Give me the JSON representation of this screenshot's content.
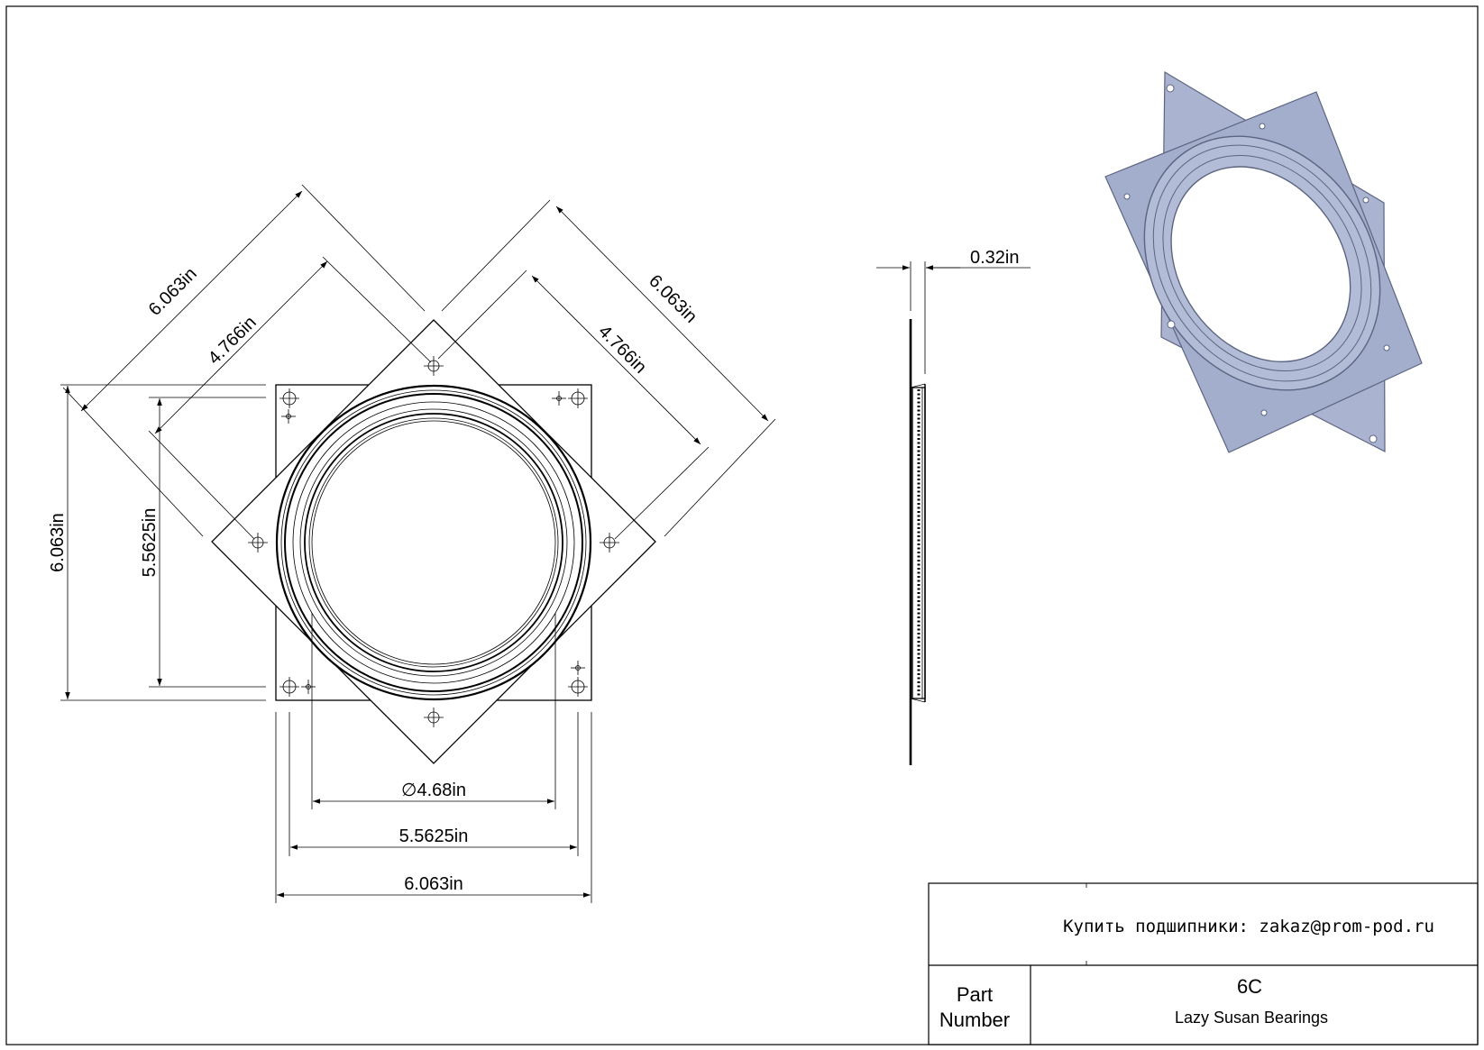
{
  "drawing": {
    "top_view": {
      "diag_outer_left": "6.063in",
      "diag_inner_left": "4.766in",
      "diag_outer_right": "6.063in",
      "diag_inner_right": "4.766in",
      "height_outer": "6.063in",
      "height_inner": "5.5625in",
      "diameter": "4.68in",
      "diameter_symbol": "∅",
      "width_inner": "5.5625in",
      "width_outer": "6.063in"
    },
    "side_view": {
      "thickness": "0.32in"
    },
    "iso_view": {
      "fill_color": "#a9b3d0",
      "stroke_color": "#5c6580"
    }
  },
  "title_block": {
    "buy_text": "Купить подшипники: zakaz@prom-pod.ru",
    "part_label_1": "Part",
    "part_label_2": "Number",
    "part_number": "6C",
    "description": "Lazy Susan Bearings"
  }
}
